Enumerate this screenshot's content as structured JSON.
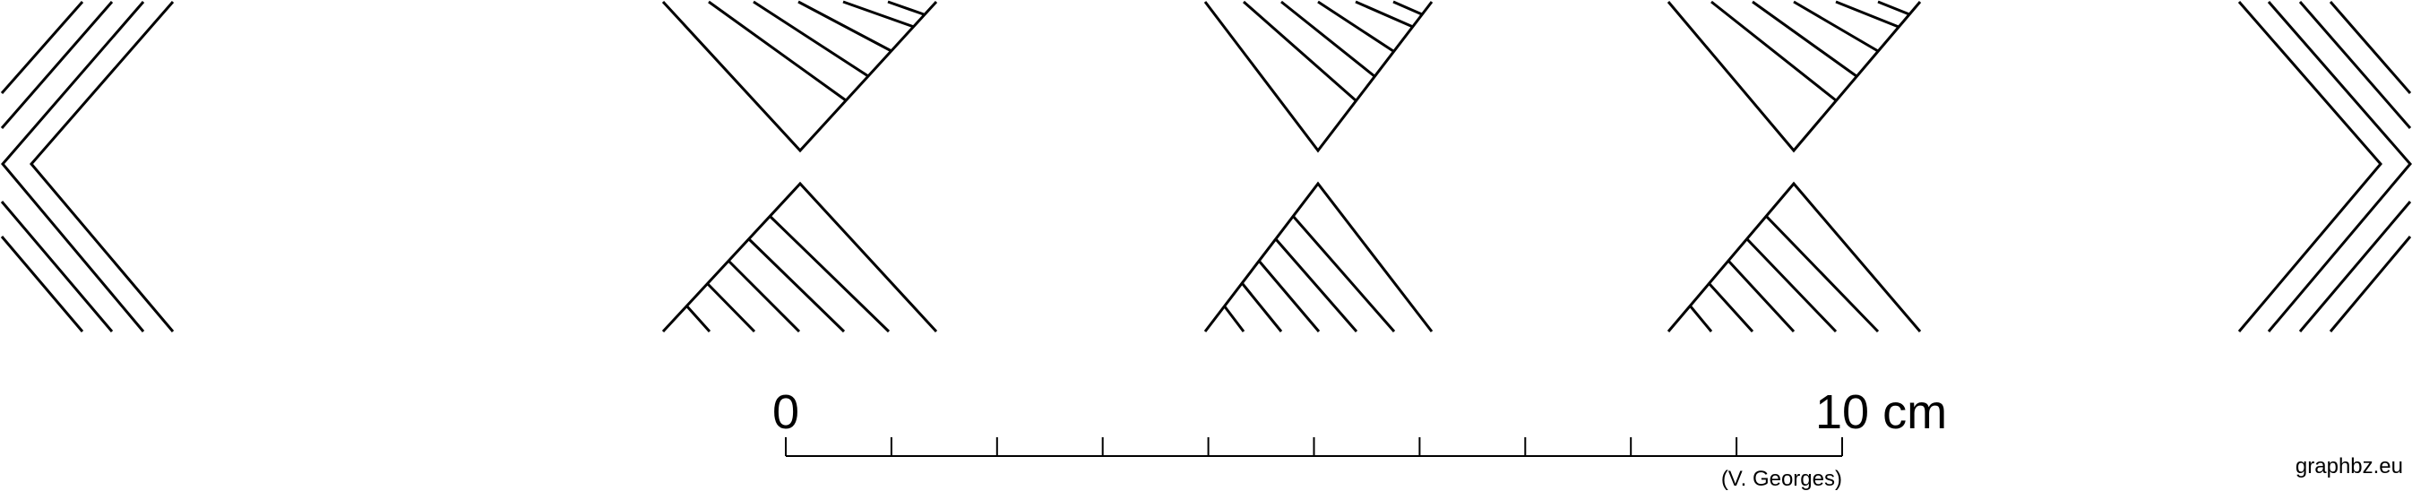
{
  "pattern": {
    "stroke_color": "#000000",
    "background_color": "#ffffff",
    "motifs": [
      "left-chevron",
      "hatched-hourglass",
      "hatched-hourglass",
      "hatched-hourglass",
      "right-chevron"
    ]
  },
  "scale_bar": {
    "start_label": "0",
    "end_label": "10 cm",
    "credit": "(V. Georges)",
    "tick_count": 11
  },
  "site_credit": "graphbz.eu"
}
